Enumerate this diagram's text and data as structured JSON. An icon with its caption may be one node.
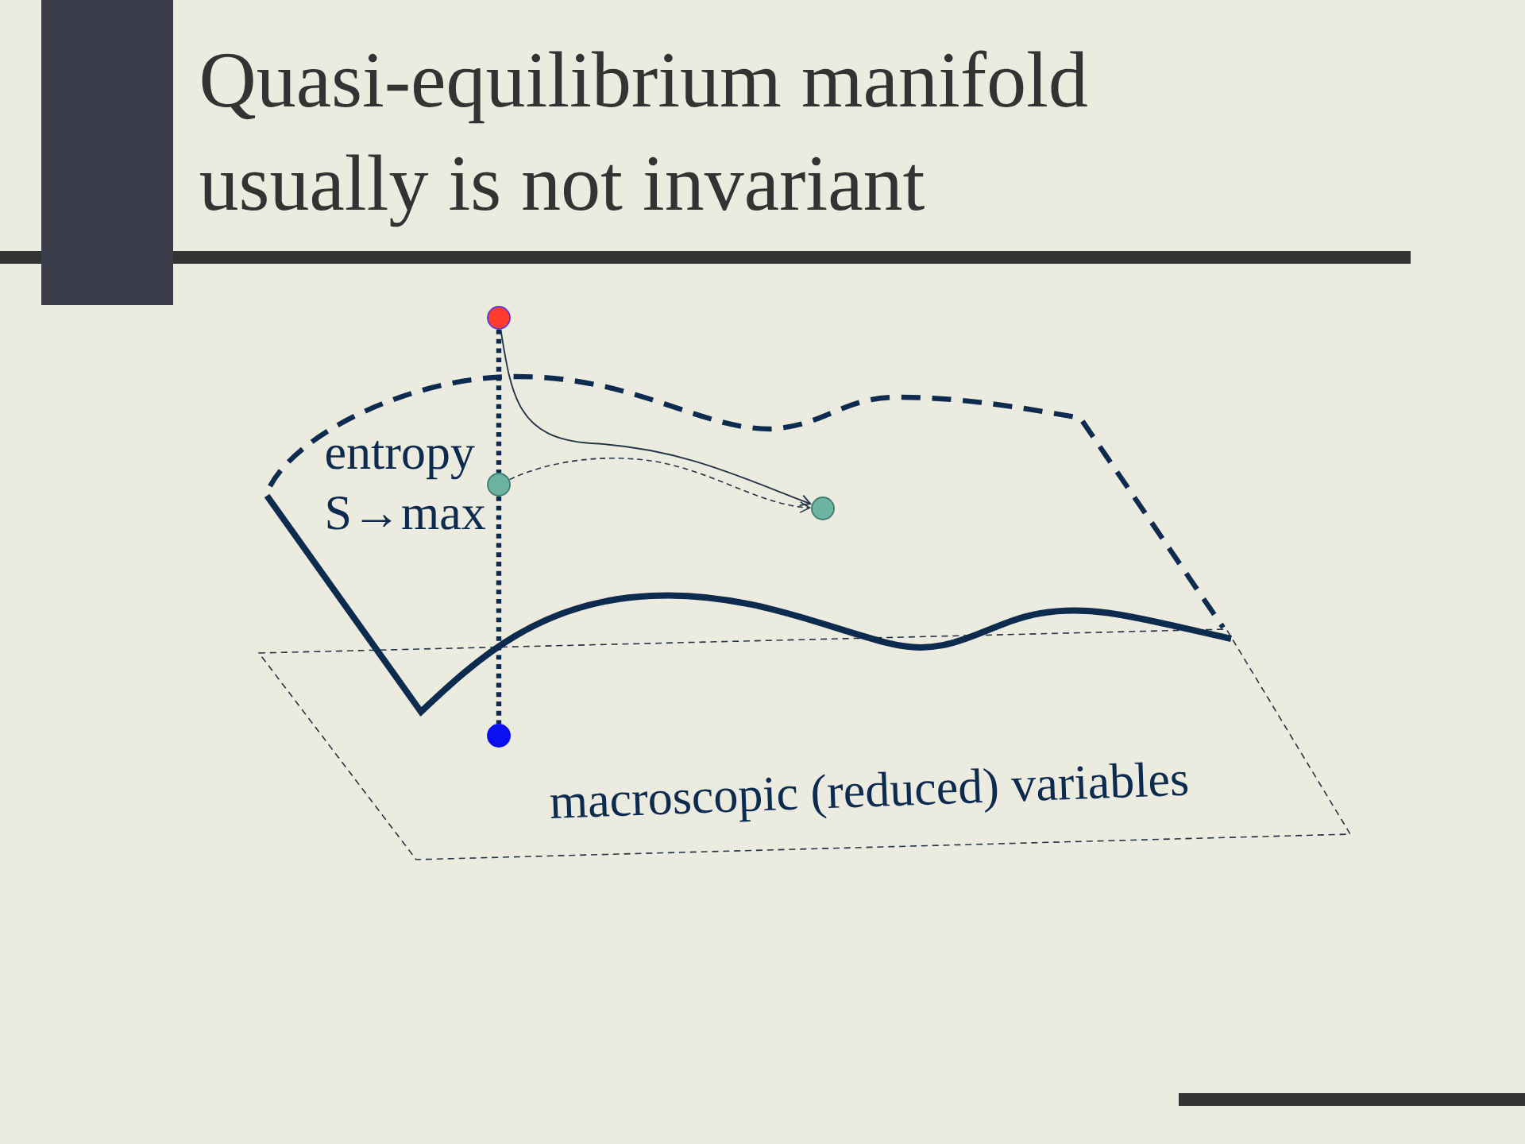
{
  "diagram": {
    "title": "Quasi-equilibrium manifold usually is not invariant",
    "nodes": [
      {
        "text": [],
        "shape": "circle"
      },
      {
        "text": [],
        "shape": "circle"
      },
      {
        "text": [],
        "shape": "circle"
      },
      {
        "text": [],
        "shape": "circle"
      }
    ],
    "edges": [
      {
        "from": 0,
        "to": 2,
        "arrow": "to"
      },
      {
        "from": 1,
        "to": 2,
        "arrow": "to",
        "style": "dashed"
      },
      {
        "from": 0,
        "to": 1,
        "arrow": "none",
        "style": "dashed"
      },
      {
        "from": 1,
        "to": 3,
        "arrow": "none",
        "style": "dashed"
      }
    ],
    "labels": [
      "entropy S→max",
      "macroscopic (reduced) variables"
    ]
  }
}
